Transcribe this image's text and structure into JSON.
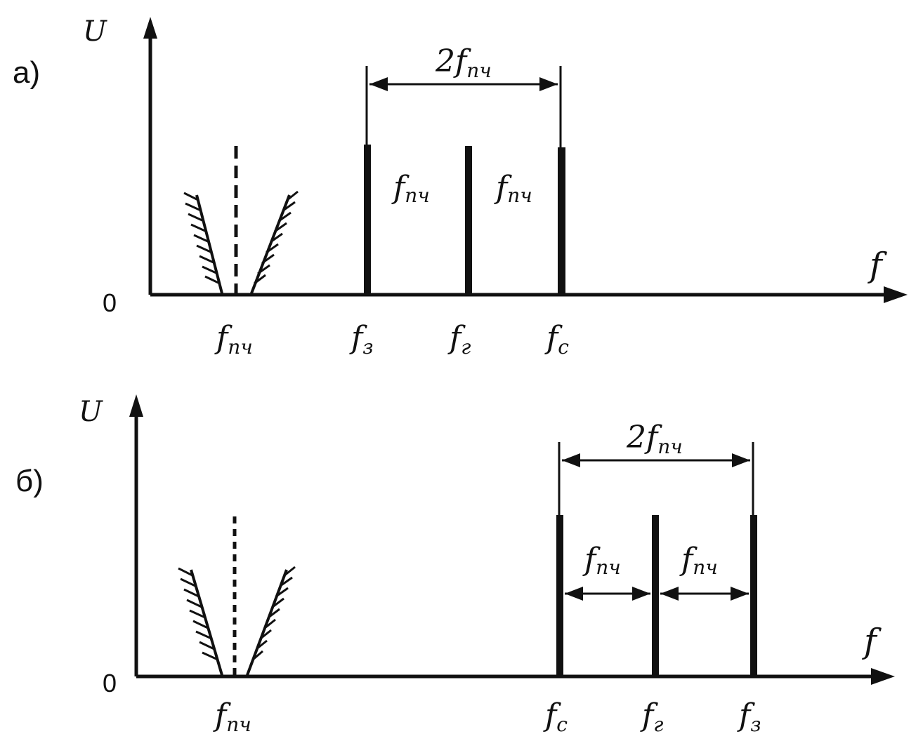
{
  "panel_a": {
    "label": "а)",
    "y_axis": "U",
    "x_axis": "f",
    "origin": "0",
    "top_span": {
      "main": "2f",
      "sub": "пч"
    },
    "gap_left": {
      "main": "f",
      "sub": "пч"
    },
    "gap_right": {
      "main": "f",
      "sub": "пч"
    },
    "ticks": [
      {
        "main": "f",
        "sub": "пч"
      },
      {
        "main": "f",
        "sub": "з"
      },
      {
        "main": "f",
        "sub": "г"
      },
      {
        "main": "f",
        "sub": "с"
      }
    ]
  },
  "panel_b": {
    "label": "б)",
    "y_axis": "U",
    "x_axis": "f",
    "origin": "0",
    "top_span": {
      "main": "2f",
      "sub": "пч"
    },
    "gap_left": {
      "main": "f",
      "sub": "пч"
    },
    "gap_right": {
      "main": "f",
      "sub": "пч"
    },
    "ticks": [
      {
        "main": "f",
        "sub": "пч"
      },
      {
        "main": "f",
        "sub": "с"
      },
      {
        "main": "f",
        "sub": "г"
      },
      {
        "main": "f",
        "sub": "з"
      }
    ]
  },
  "colors": {
    "ink": "#111111",
    "background": "#ffffff"
  }
}
